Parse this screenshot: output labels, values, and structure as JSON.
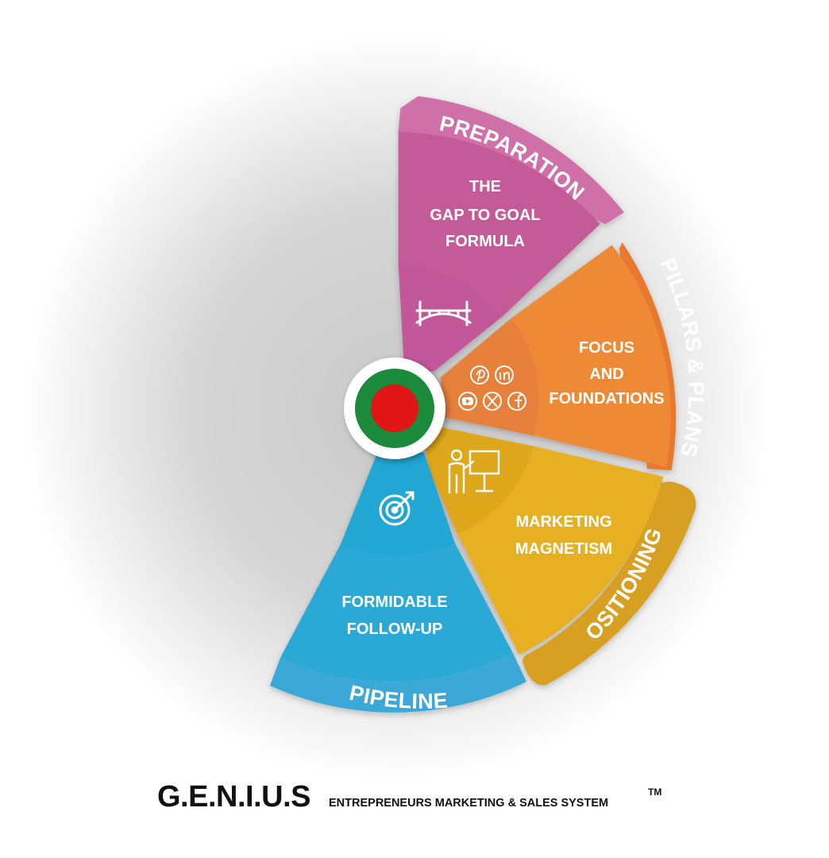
{
  "segments": {
    "preparation": {
      "ring_label": "PREPARATION",
      "lines": [
        "THE",
        "GAP TO GOAL",
        "FORMULA"
      ],
      "icon": "bridge-icon",
      "color_outer": "#d06fa8",
      "color_inner": "#c45a98",
      "color_hub": "#c2589a"
    },
    "pillars": {
      "ring_label": "PILLARS & PLANS",
      "lines": [
        "FOCUS",
        "AND",
        "FOUNDATIONS"
      ],
      "icon": "social-media-icons",
      "color_outer": "#e8782e",
      "color_inner": "#ee8a34",
      "color_hub": "#e6803a"
    },
    "positioning": {
      "ring_label": "POSITIONING",
      "lines": [
        "MARKETING",
        "MAGNETISM"
      ],
      "icon": "presenter-icon",
      "color_outer": "#d7a022",
      "color_inner": "#e7b021",
      "color_hub": "#dfa81e"
    },
    "pipeline": {
      "ring_label": "PIPELINE",
      "lines": [
        "FORMIDABLE",
        "FOLLOW-UP"
      ],
      "icon": "target-icon",
      "color_outer": "#3aa8d8",
      "color_inner": "#2aa9d6",
      "color_hub": "#20a6d4"
    }
  },
  "center": {
    "ring_color": "#1f8a3a",
    "dot_color": "#e01212"
  },
  "footer": {
    "brand": "G.E.N.I.U.S",
    "tagline": "ENTREPRENEURS MARKETING & SALES SYSTEM",
    "trademark": "TM"
  }
}
